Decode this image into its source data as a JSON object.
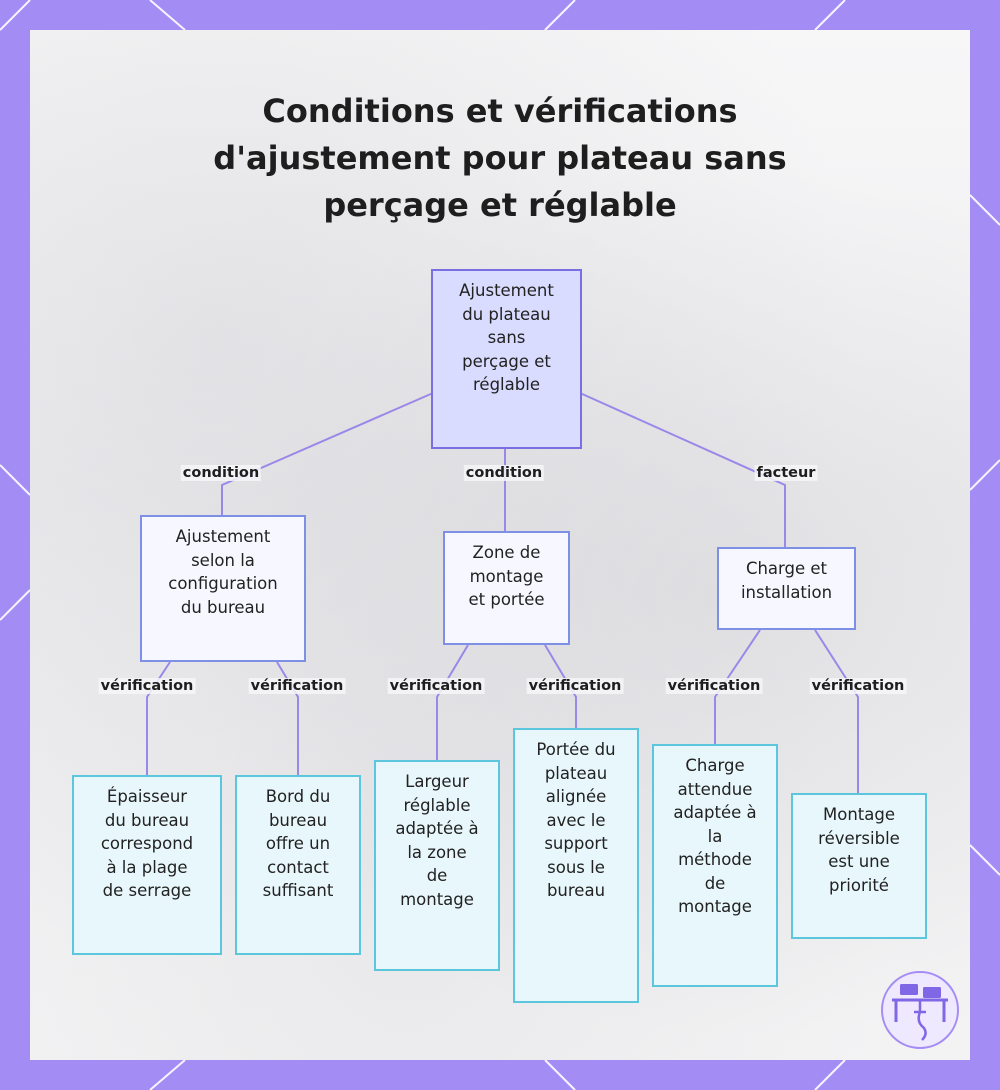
{
  "title_lines": [
    "Conditions et vérifications",
    "d'ajustement pour plateau sans",
    "perçage et réglable"
  ],
  "nodes": {
    "root": [
      "Ajustement",
      "du plateau",
      "sans",
      "perçage et",
      "réglable"
    ],
    "mid_config": [
      "Ajustement",
      "selon la",
      "configuration",
      "du bureau"
    ],
    "mid_zone": [
      "Zone de",
      "montage",
      "et portée"
    ],
    "mid_charge": [
      "Charge et",
      "installation"
    ],
    "leaf_epaisseur": [
      "Épaisseur",
      "du bureau",
      "correspond",
      "à la plage",
      "de serrage"
    ],
    "leaf_bord": [
      "Bord du",
      "bureau",
      "offre un",
      "contact",
      "suffisant"
    ],
    "leaf_largeur": [
      "Largeur",
      "réglable",
      "adaptée à",
      "la zone",
      "de",
      "montage"
    ],
    "leaf_portee": [
      "Portée du",
      "plateau",
      "alignée",
      "avec le",
      "support",
      "sous le",
      "bureau"
    ],
    "leaf_chargeatt": [
      "Charge",
      "attendue",
      "adaptée à",
      "la",
      "méthode",
      "de",
      "montage"
    ],
    "leaf_montage": [
      "Montage",
      "réversible",
      "est une",
      "priorité"
    ]
  },
  "edge_labels": {
    "root_config": "condition",
    "root_zone": "condition",
    "root_charge": "facteur",
    "config_epaisseur": "vérification",
    "config_bord": "vérification",
    "zone_largeur": "vérification",
    "zone_portee": "vérification",
    "charge_chargeatt": "vérification",
    "charge_montage": "vérification"
  },
  "colors": {
    "frame": "#a48cf5",
    "root_fill": "#d9dcfe",
    "mid_border": "#7e8fe6",
    "leaf_border": "#5cc6dc",
    "connector": "#9b87e8"
  },
  "icons": [
    "desk-logo-icon"
  ]
}
